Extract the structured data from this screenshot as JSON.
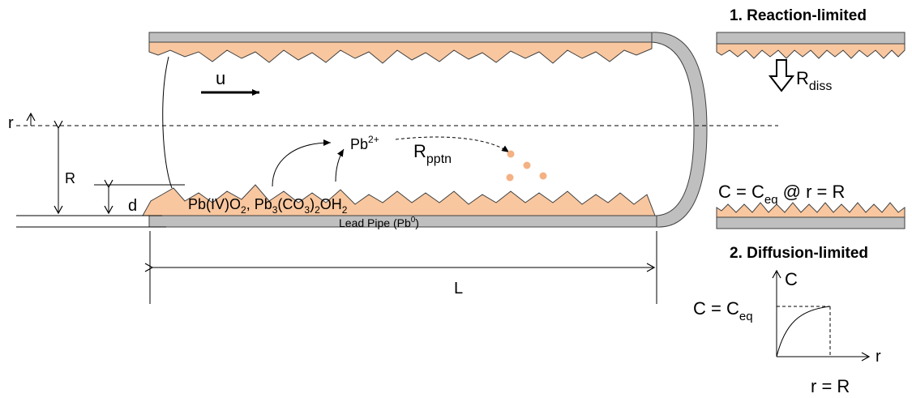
{
  "labels": {
    "u": "u",
    "r_axis": "r",
    "R": "R",
    "d": "d",
    "L": "L",
    "lead_pipe": "Lead Pipe (Pb",
    "lead_pipe_sup": "0",
    "lead_pipe_close": ")",
    "pb_base": "Pb",
    "pb_sup": "2+",
    "r_pptn_base": "R",
    "r_pptn_sub": "pptn",
    "scale_1_base": "Pb(IV)O",
    "scale_1_sub": "2",
    "scale_sep": ",  Pb",
    "scale_2_sub1": "3",
    "scale_2_mid": "(CO",
    "scale_2_sub2": "3",
    "scale_2_mid2": ")",
    "scale_2_sub3": "2",
    "scale_2_end": "OH",
    "scale_2_sub4": "2"
  },
  "panel_reaction": {
    "title": "1. Reaction-limited",
    "r_diss_base": "R",
    "r_diss_sub": "diss"
  },
  "panel_diffusion": {
    "title": "2. Diffusion-limited",
    "bc_prefix": "C = C",
    "bc_sub": "eq",
    "bc_suffix": " @ r = R",
    "graph_y_label": "C",
    "graph_x_label": "r",
    "ceq_prefix": "C = C",
    "ceq_sub": "eq",
    "r_equals_R": "r = R"
  },
  "colors": {
    "scale": "#F9C79F",
    "pipe_wall": "#BFBFBF",
    "particle": "#F4B183",
    "line": "#000000"
  }
}
